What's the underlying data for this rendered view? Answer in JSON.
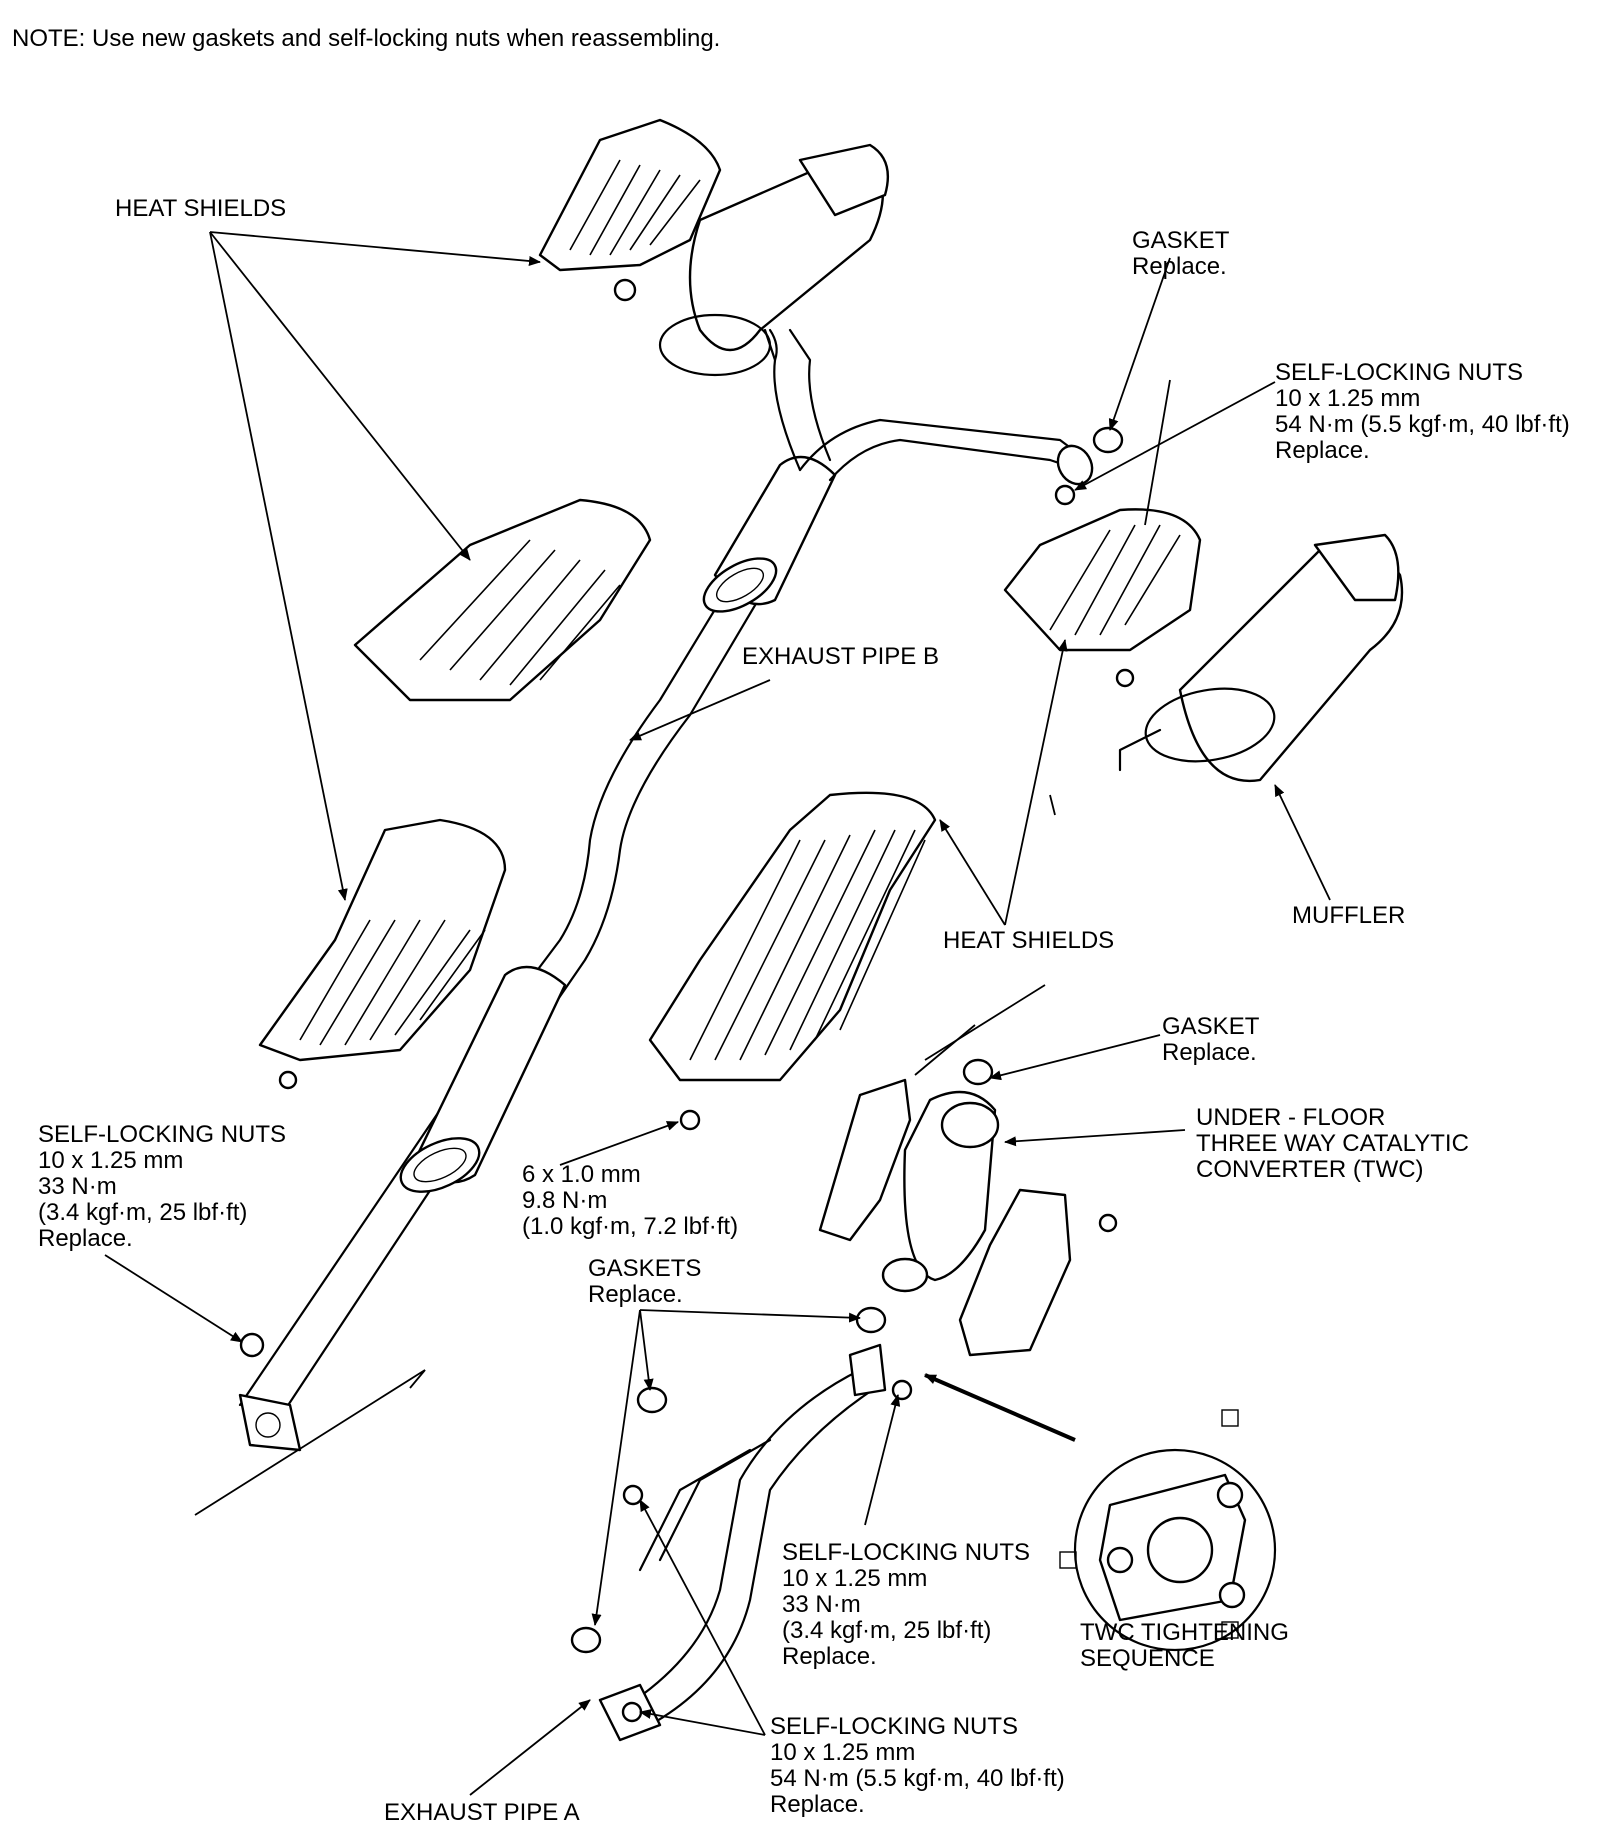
{
  "note": "NOTE: Use new gaskets and self-locking nuts when reassembling.",
  "labels": {
    "heat_shields_top": "HEAT SHIELDS",
    "heat_shields_mid": "HEAT SHIELDS",
    "exhaust_pipe_b": "EXHAUST PIPE B",
    "exhaust_pipe_a": "EXHAUST PIPE A",
    "muffler": "MUFFLER",
    "gasket_top": [
      "GASKET",
      "Replace."
    ],
    "gasket_twc": [
      "GASKET",
      "Replace."
    ],
    "gaskets": [
      "GASKETS",
      "Replace."
    ],
    "nuts_top_right": [
      "SELF-LOCKING NUTS",
      "10 x 1.25 mm",
      "54 N·m (5.5 kgf·m, 40 lbf·ft)",
      "Replace."
    ],
    "nuts_left": [
      "SELF-LOCKING NUTS",
      "10 x 1.25 mm",
      "33 N·m",
      "(3.4 kgf·m, 25 lbf·ft)",
      "Replace."
    ],
    "bolt_spec": [
      "6 x 1.0 mm",
      "9.8 N·m",
      "(1.0 kgf·m, 7.2 lbf·ft)"
    ],
    "twc": [
      "UNDER - FLOOR",
      "THREE WAY CATALYTIC",
      "CONVERTER (TWC)"
    ],
    "nuts_mid": [
      "SELF-LOCKING NUTS",
      "10 x 1.25 mm",
      "33 N·m",
      "(3.4 kgf·m, 25 lbf·ft)",
      "Replace."
    ],
    "nuts_bottom": [
      "SELF-LOCKING NUTS",
      "10 x 1.25 mm",
      "54 N·m (5.5 kgf·m, 40 lbf·ft)",
      "Replace."
    ],
    "twc_sequence": [
      "TWC TIGHTENING",
      "SEQUENCE"
    ]
  }
}
